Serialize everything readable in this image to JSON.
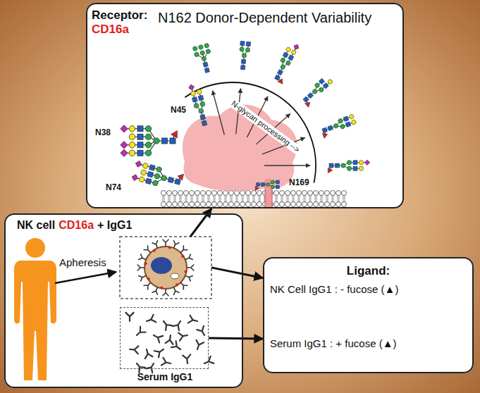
{
  "diagram": {
    "nodes": [
      {
        "text": [
          "Receptor:",
          "CD16a",
          "N162 Donor-Dependent Variability"
        ]
      },
      {
        "text": [
          "NK cell",
          "CD16a",
          "+ IgG1"
        ]
      },
      {
        "text": [
          "Ligand:",
          "NK Cell IgG1 : - fucose (▲)",
          "Serum IgG1 : + fucose (▲)"
        ]
      },
      {
        "text": [
          "Serum IgG1"
        ],
        "in": 1
      }
    ],
    "edges": [
      {
        "from": 1,
        "to": 0,
        "arrow": "to"
      },
      {
        "from": 1,
        "to": 2,
        "arrow": "to"
      },
      {
        "from": 3,
        "to": 2,
        "arrow": "to"
      }
    ],
    "labels": [
      "N38",
      "N45",
      "N74",
      "N169",
      "N-glycan processing -->",
      "Apheresis"
    ]
  }
}
